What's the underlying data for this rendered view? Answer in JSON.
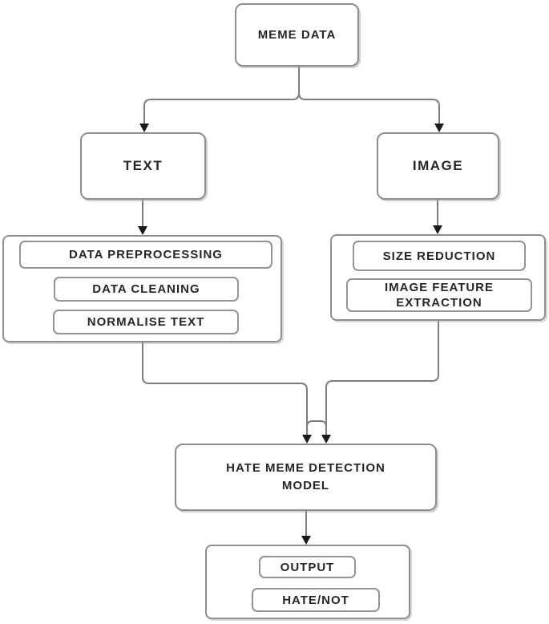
{
  "diagram_title": "Hate meme detection flowchart",
  "labels": {
    "meme_data": "MEME DATA",
    "text": "TEXT",
    "image": "IMAGE",
    "data_preprocessing": "DATA PREPROCESSING",
    "data_cleaning": "DATA CLEANING",
    "normalise_text": "NORMALISE TEXT",
    "size_reduction": "SIZE REDUCTION",
    "image_feature_extraction": "IMAGE FEATURE EXTRACTION",
    "model": "HATE MEME DETECTION MODEL",
    "output": "OUTPUT",
    "hate_not": "HATE/NOT"
  },
  "edges": [
    {
      "from": "meme_data",
      "to": "text"
    },
    {
      "from": "meme_data",
      "to": "image"
    },
    {
      "from": "text",
      "to": "text_preprocessing_group"
    },
    {
      "from": "image",
      "to": "image_processing_group"
    },
    {
      "from": "text_preprocessing_group",
      "to": "model"
    },
    {
      "from": "image_processing_group",
      "to": "model"
    },
    {
      "from": "model",
      "to": "output_group"
    }
  ],
  "colors": {
    "background": "#ffffff",
    "box_border": "#8e8e8e",
    "connector": "#7d7d7d",
    "arrowhead": "#1a1a1a",
    "text": "#262626"
  }
}
